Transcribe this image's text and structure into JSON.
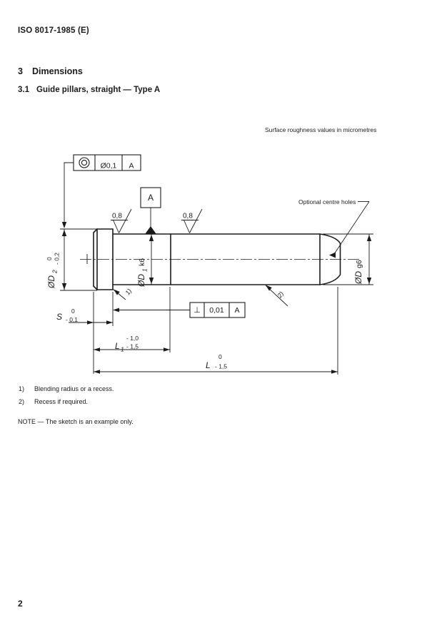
{
  "page": {
    "header": "ISO 8017-1985 (E)",
    "section_number": "3",
    "section_title": "Dimensions",
    "subsection_number": "3.1",
    "subsection_title": "Guide pillars, straight — Type A",
    "roughness_note": "Surface roughness values in micrometres",
    "page_number": "2"
  },
  "drawing": {
    "frames": {
      "concentricity": {
        "symbol_name": "concentricity-icon",
        "value": "Ø0,1",
        "datum": "A"
      },
      "perpendicularity": {
        "symbol": "⊥",
        "value": "0,01",
        "datum": "A"
      }
    },
    "datum_label": "A",
    "roughness": {
      "value1": "0,8",
      "value2": "0,8"
    },
    "centre_holes_label": "Optional centre holes",
    "dims": {
      "d2": {
        "prefix": "ØD",
        "sub": "2",
        "tol_upper": "0",
        "tol_lower": "- 0,2"
      },
      "d1": {
        "prefix": "ØD",
        "sub": "1",
        "fit": "k6"
      },
      "d": {
        "prefix": "ØD",
        "fit": "g6"
      },
      "s": {
        "prefix": "S",
        "tol_upper": "0",
        "tol_lower": "- 0,1"
      },
      "l1": {
        "prefix": "L",
        "sub": "1",
        "tol_upper": "- 1,0",
        "tol_lower": "- 1,5"
      },
      "l": {
        "prefix": "L",
        "tol_upper": "0",
        "tol_lower": "- 1,5"
      }
    },
    "refs": {
      "note1": "1)",
      "note2": "2)"
    }
  },
  "footnotes": {
    "fn1_ref": "1)",
    "fn1_text": "Blending radius or a recess.",
    "fn2_ref": "2)",
    "fn2_text": "Recess if required.",
    "note": "NOTE — The sketch is an example only."
  },
  "colors": {
    "ink": "#1b1b1b",
    "paper": "#ffffff"
  }
}
